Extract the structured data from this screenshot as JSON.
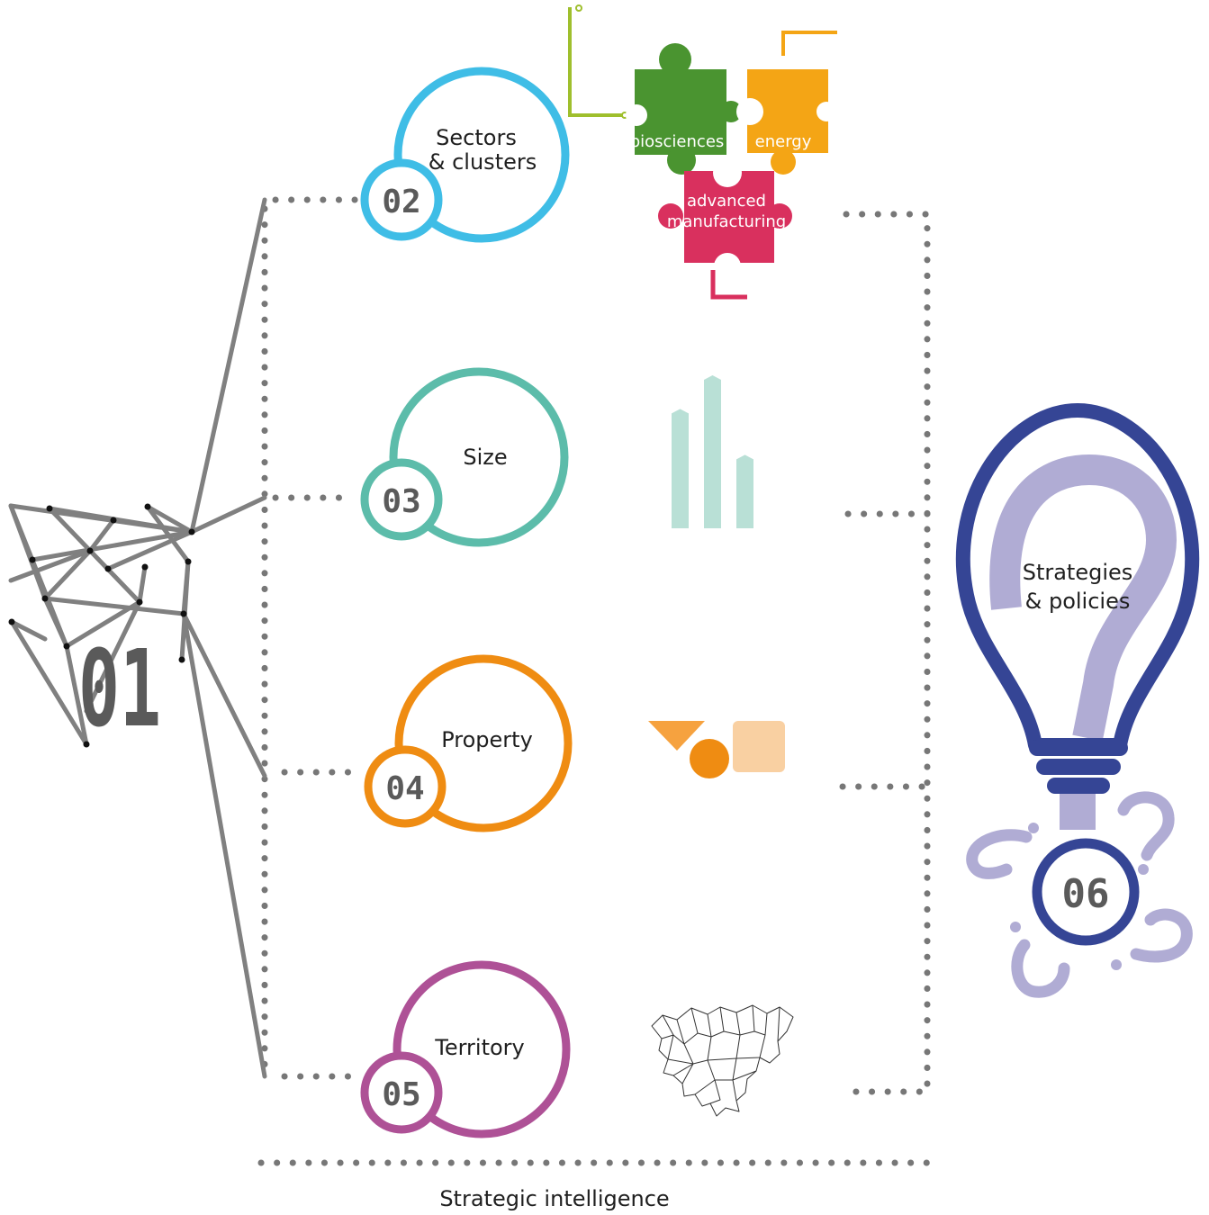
{
  "start": {
    "number": "01"
  },
  "categories": [
    {
      "number": "02",
      "label_lines": [
        "Sectors",
        "& clusters"
      ],
      "color": "#3fbde6"
    },
    {
      "number": "03",
      "label_lines": [
        "Size"
      ],
      "color": "#5cbcaa"
    },
    {
      "number": "04",
      "label_lines": [
        "Property"
      ],
      "color": "#ef8c12"
    },
    {
      "number": "05",
      "label_lines": [
        "Territory"
      ],
      "color": "#ae5196"
    }
  ],
  "puzzle": {
    "biosciences": {
      "label_lines": [
        "biosciences"
      ],
      "color": "#4a9430"
    },
    "energy": {
      "label_lines": [
        "energy"
      ],
      "color": "#f4a515"
    },
    "manufacturing": {
      "label_lines": [
        "advanced",
        "manufacturing"
      ],
      "color": "#d9305e"
    }
  },
  "bars": {
    "color": "#b9e0d6",
    "relative_heights": [
      0.78,
      1.0,
      0.48
    ]
  },
  "property_shapes": {
    "triangle_color": "#f6a23f",
    "circle_color": "#ef8c12",
    "square_color": "#f9d0a2"
  },
  "outcome": {
    "number": "06",
    "label_lines": [
      "Strategies",
      "& policies"
    ],
    "bulb_color": "#354595",
    "accent_color": "#b0acd4",
    "icons": [
      "lightbulb-icon",
      "question-mark-icon"
    ]
  },
  "map_icon": "territory-map-icon",
  "footer_label": "Strategic intelligence"
}
